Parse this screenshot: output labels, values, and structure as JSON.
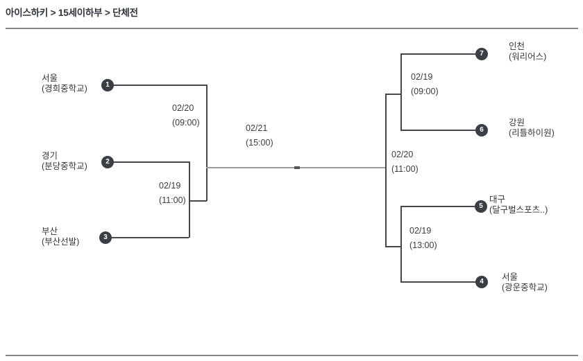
{
  "breadcrumb": {
    "text": "아이스하키 > 15세이하부 > 단체전"
  },
  "colors": {
    "text": "#33373d",
    "line_dark": "#43474c",
    "line_light": "#9b9da0",
    "seed_badge_bg": "#3a3f45",
    "divider": "#85878a"
  },
  "bracket": {
    "teams": [
      {
        "seed": "1",
        "region": "서울",
        "club": "(경희중학교)",
        "side": "left"
      },
      {
        "seed": "2",
        "region": "경기",
        "club": "(분당중학교)",
        "side": "left"
      },
      {
        "seed": "3",
        "region": "부산",
        "club": "(부산선발)",
        "side": "left"
      },
      {
        "seed": "7",
        "region": "인천",
        "club": "(워리어스)",
        "side": "right"
      },
      {
        "seed": "6",
        "region": "강원",
        "club": "(리틀하이원)",
        "side": "right"
      },
      {
        "seed": "5",
        "region": "대구",
        "club": "(달구벌스포츠..)",
        "side": "right"
      },
      {
        "seed": "4",
        "region": "서울",
        "club": "(광운중학교)",
        "side": "right"
      }
    ],
    "matches": [
      {
        "round": "left-semifinal",
        "date": "02/20",
        "time": "(09:00)"
      },
      {
        "round": "left-qualifier",
        "date": "02/19",
        "time": "(11:00)"
      },
      {
        "round": "final",
        "date": "02/21",
        "time": "(15:00)"
      },
      {
        "round": "right-qf-top",
        "date": "02/19",
        "time": "(09:00)"
      },
      {
        "round": "right-semifinal",
        "date": "02/20",
        "time": "(11:00)"
      },
      {
        "round": "right-qf-bottom",
        "date": "02/19",
        "time": "(13:00)"
      }
    ]
  }
}
